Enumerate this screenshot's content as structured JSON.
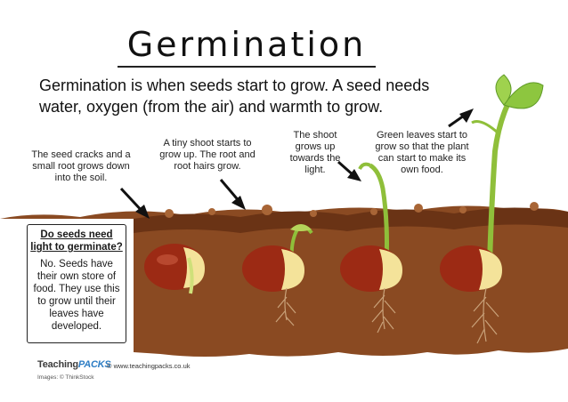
{
  "title": "Germination",
  "intro": "Germination is when seeds start to grow. A seed needs water, oxygen (from the air) and warmth to grow.",
  "captions": [
    "The seed cracks and a small root grows down into the soil.",
    "A tiny shoot starts to grow up. The root and root hairs grow.",
    "The shoot grows up towards the light.",
    "Green leaves start to grow so that the plant can start to make its own food."
  ],
  "question_box": {
    "title": "Do seeds need light to germinate?",
    "answer": "No. Seeds have their own store of food. They use this to grow until their leaves have developed."
  },
  "footer": {
    "logo_main": "Teaching",
    "logo_accent": "PACKS",
    "copyright": "© www.teachingpacks.co.uk",
    "images_credit": "Images: © ThinkStock"
  },
  "colors": {
    "soil": "#8a4a22",
    "soil_dark": "#6a3315",
    "seed_coat": "#9c2a14",
    "cotyledon": "#f4e39a",
    "stem": "#8fbf3a",
    "leaf": "#8dc63f",
    "root": "#c9a27a"
  }
}
